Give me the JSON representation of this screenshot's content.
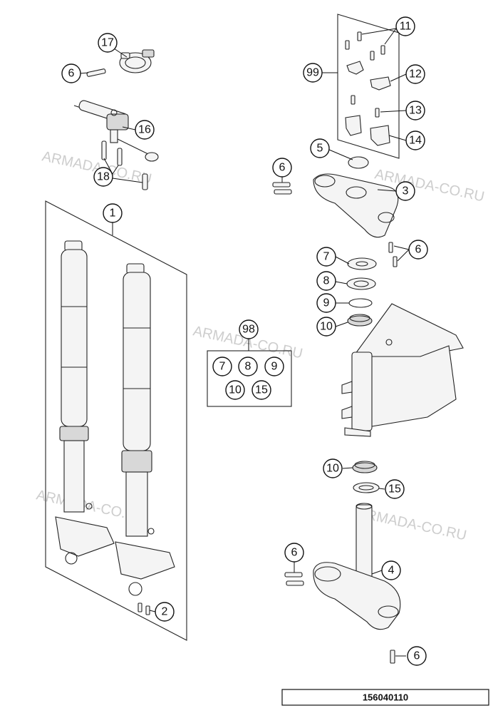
{
  "document_number": "156040110",
  "watermark": "ARMADA-CO.RU",
  "callouts": {
    "c1": "1",
    "c2": "2",
    "c3": "3",
    "c4": "4",
    "c5": "5",
    "c6a": "6",
    "c6b": "6",
    "c6c": "6",
    "c6d": "6",
    "c6e": "6",
    "c7a": "7",
    "c7b": "7",
    "c8a": "8",
    "c8b": "8",
    "c9a": "9",
    "c9b": "9",
    "c10a": "10",
    "c10b": "10",
    "c10c": "10",
    "c11": "11",
    "c12": "12",
    "c13": "13",
    "c14": "14",
    "c15a": "15",
    "c15b": "15",
    "c16": "16",
    "c17": "17",
    "c18": "18",
    "c98": "98",
    "c99": "99"
  }
}
